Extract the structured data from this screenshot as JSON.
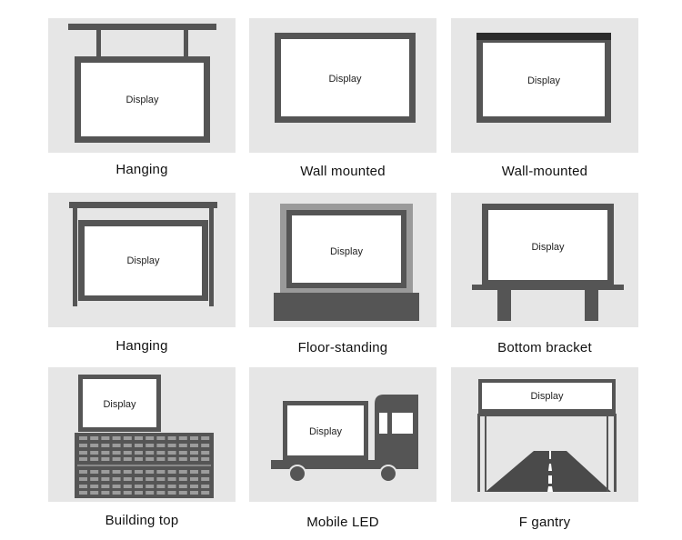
{
  "display_label": "Display",
  "tiles": [
    {
      "caption": "Hanging",
      "type": "hanging-sign"
    },
    {
      "caption": "Wall mounted",
      "type": "wall-mounted"
    },
    {
      "caption": "Wall-mounted",
      "type": "wall-mounted-topbar"
    },
    {
      "caption": "Hanging",
      "type": "hanging-frame"
    },
    {
      "caption": "Floor-standing",
      "type": "floor-standing"
    },
    {
      "caption": "Bottom bracket",
      "type": "bottom-bracket"
    },
    {
      "caption": "Building top",
      "type": "building-top"
    },
    {
      "caption": "Mobile LED",
      "type": "mobile-led"
    },
    {
      "caption": "F gantry",
      "type": "f-gantry"
    }
  ],
  "colors": {
    "tile_bg": "#e6e6e6",
    "frame": "#555555",
    "screen": "#ffffff",
    "dark_bar": "#2b2b2b",
    "road": "#4a4a4a"
  }
}
